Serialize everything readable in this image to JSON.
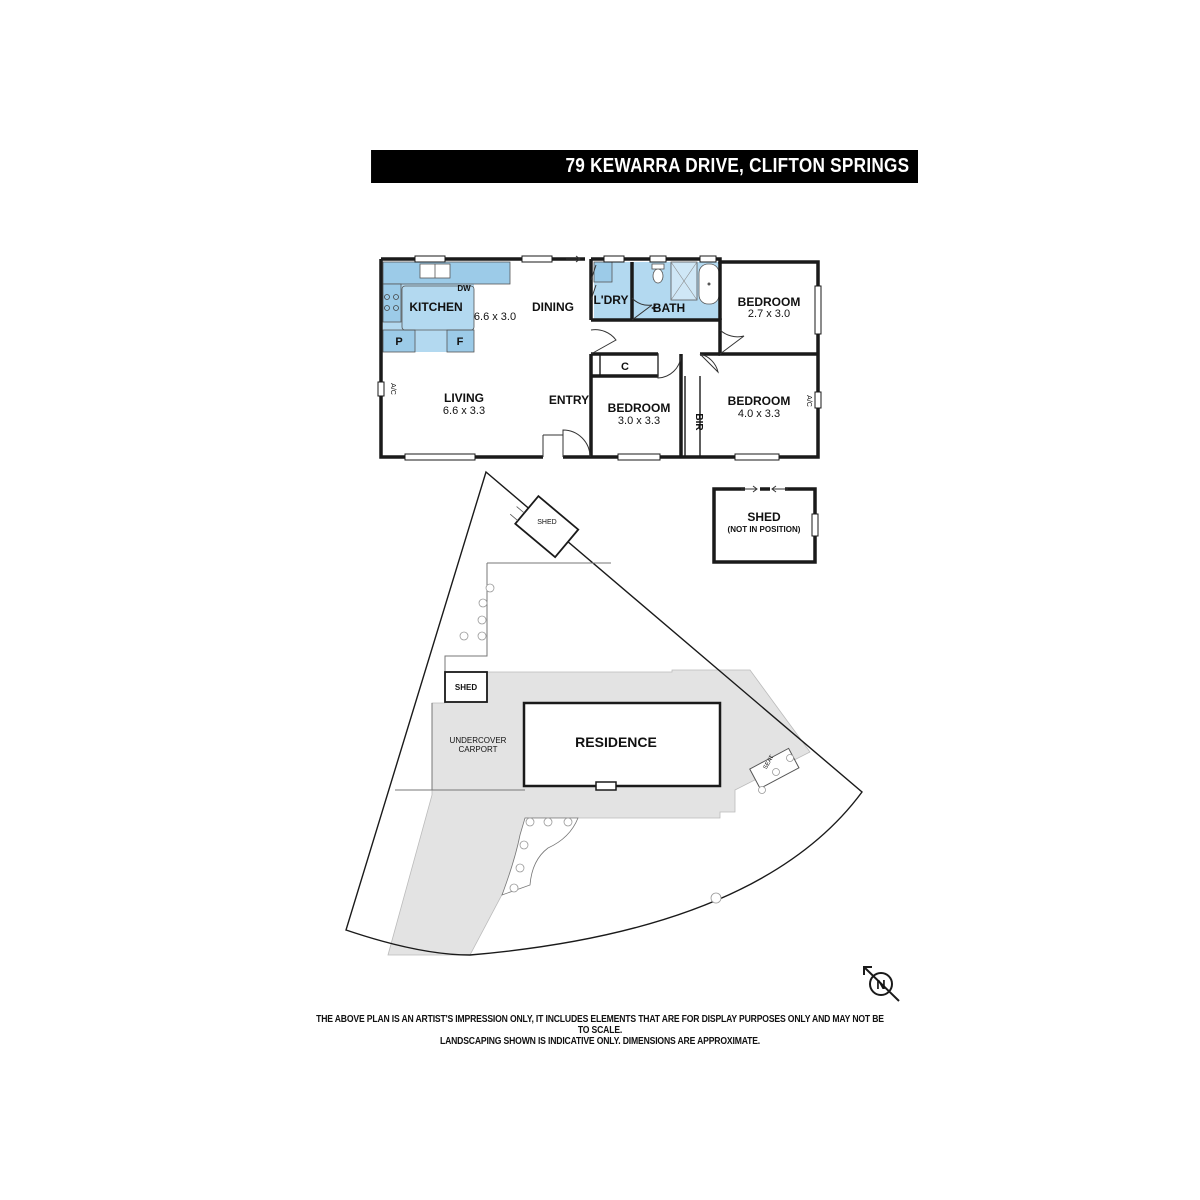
{
  "header": {
    "address": "79 KEWARRA DRIVE, CLIFTON SPRINGS"
  },
  "colors": {
    "wet_area": "#b3d9f0",
    "paving": "#e3e3e3",
    "wall": "#1a1a1a",
    "window": "#bfbfbf"
  },
  "floorplan": {
    "rooms": {
      "kitchen": {
        "name": "KITCHEN",
        "dims": "6.6 x 3.0"
      },
      "dining": {
        "name": "DINING"
      },
      "living": {
        "name": "LIVING",
        "dims": "6.6 x 3.3"
      },
      "entry": {
        "name": "ENTRY"
      },
      "laundry": {
        "name": "L'DRY"
      },
      "bath": {
        "name": "BATH"
      },
      "bedroom1": {
        "name": "BEDROOM",
        "dims": "2.7 x 3.0"
      },
      "bedroom2": {
        "name": "BEDROOM",
        "dims": "3.0 x 3.3"
      },
      "bedroom3": {
        "name": "BEDROOM",
        "dims": "4.0 x 3.3"
      }
    },
    "fixtures": {
      "dishwasher": "DW",
      "pantry": "P",
      "fridge": "F",
      "cupboard": "C",
      "built_in_robe": "BIR",
      "ac_living": "A/C",
      "ac_bedroom": "A/C"
    },
    "shed_detached": {
      "name": "SHED",
      "note": "(NOT IN POSITION)"
    }
  },
  "siteplan": {
    "residence": "RESIDENCE",
    "carport": {
      "line1": "UNDERCOVER",
      "line2": "CARPORT"
    },
    "shed_top": "SHED",
    "shed_left": "SHED",
    "seat": "SEAT"
  },
  "compass": {
    "label": "N"
  },
  "disclaimer": {
    "line1": "THE ABOVE PLAN IS AN ARTIST'S IMPRESSION ONLY, IT INCLUDES ELEMENTS THAT ARE FOR DISPLAY PURPOSES ONLY AND MAY NOT BE TO SCALE.",
    "line2": "LANDSCAPING SHOWN IS INDICATIVE ONLY. DIMENSIONS ARE APPROXIMATE."
  }
}
